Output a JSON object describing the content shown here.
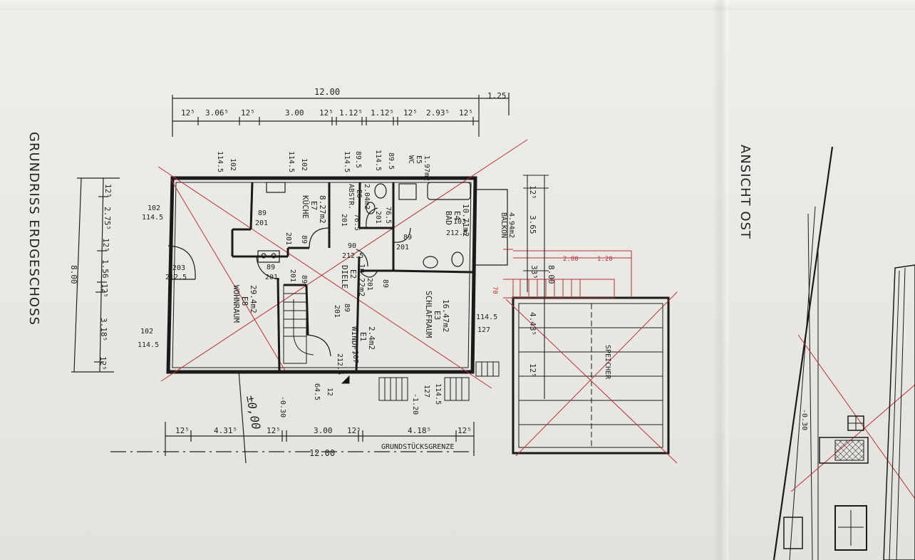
{
  "sheet": {
    "title_plan": "GRUNDRISS ERDGESCHOSS",
    "title_view": "ANSICHT OST",
    "boundary": "GRUNDSTÜCKSGRENZE",
    "handwritten_level": "±0,00",
    "colors": {
      "paper": "#e9e8e3",
      "ink": "#222222",
      "red": "#b8323a"
    }
  },
  "top_dims": {
    "overall": "12.00",
    "overhang": "1.25",
    "segments": [
      "12⁵",
      "3.06⁵",
      "12⁵",
      "3.00",
      "12⁵",
      "1.12⁵",
      "1.12⁵",
      "12⁵",
      "2.93⁵",
      "12⁵"
    ]
  },
  "left_dims": {
    "overall": "8.00",
    "segments": [
      "12⁵",
      "2.75⁵",
      "12⁵",
      "1.56",
      "12⁵",
      "3.18⁵",
      "12⁵"
    ]
  },
  "bottom_dims": {
    "overall": "12.00",
    "segments": [
      "12⁵",
      "4.31⁵",
      "12⁵",
      "3.00",
      "12⁵",
      "4.18⁵",
      "12⁵"
    ]
  },
  "right_dims": {
    "segments": [
      "12⁵",
      "3.65",
      "33⁵",
      "8.00",
      "4.43⁵",
      "12⁵"
    ],
    "stair_a": "2.80",
    "stair_b": "1.20",
    "stair_c": "70"
  },
  "rooms": [
    {
      "name": "WOHNRAUM",
      "code": "E8",
      "area": "29.4m2"
    },
    {
      "name": "KÜCHE",
      "code": "E7",
      "area": "8.27m2"
    },
    {
      "name": "ABSTR.",
      "code": "E6",
      "area": "2.04m2"
    },
    {
      "name": "WC",
      "code": "E5",
      "area": "1.97m2"
    },
    {
      "name": "BAD",
      "code": "E4",
      "area": "10.71m2"
    },
    {
      "name": "DIELE",
      "code": "E2",
      "area": "10.22m2"
    },
    {
      "name": "WINDF.",
      "code": "E1",
      "area": "2.4m2"
    },
    {
      "name": "SCHLAFRAUM",
      "code": "E3",
      "area": "16.47m2"
    },
    {
      "name": "BALKON",
      "area": "4.94m2"
    },
    {
      "name": "SPEICHER"
    }
  ],
  "openings": {
    "wohn_top_a": "102",
    "wohn_top_b": "114.5",
    "kueche_top_a": "102",
    "kueche_top_b": "114.5",
    "abstr_a": "89.5",
    "abstr_b": "114.5",
    "wc_a": "89.5",
    "wc_b": "114.5",
    "wohn_left1_a": "102",
    "wohn_left1_b": "114.5",
    "wohn_left2_a": "102",
    "wohn_left2_b": "114.5",
    "wohn_door_a": "203",
    "wohn_door_b": "212.5",
    "k_door_a": "89",
    "k_door_b": "201",
    "k_door2": "89",
    "k_door3": "201",
    "abstr_door": "76.5",
    "abstr_door_b": "201",
    "wc_door": "76.5",
    "wc_door_b": "201",
    "bad_door_a": "89",
    "bad_door_b": "201",
    "bad_win_a": "103",
    "bad_win_b": "212.5",
    "diele_a": "90",
    "diele_b": "212.5",
    "diele_door_a": "89",
    "diele_door_b": "201",
    "diele_door2_a": "89",
    "diele_door2_b": "201",
    "schlaf_door_a": "201",
    "schlaf_door_b": "89",
    "windf_a": "89",
    "windf_b": "201",
    "haustuer_a": "107",
    "haustuer_b": "212.5",
    "schlaf_win_a": "114.5",
    "schlaf_win_b": "127",
    "bottom_win_a": "114.5",
    "bottom_win_b": "127",
    "bottom_win_c": "-1.20",
    "entry_a": "64.5",
    "entry_b": "12",
    "level_left": "-0.30",
    "level_right": "-0.30"
  }
}
